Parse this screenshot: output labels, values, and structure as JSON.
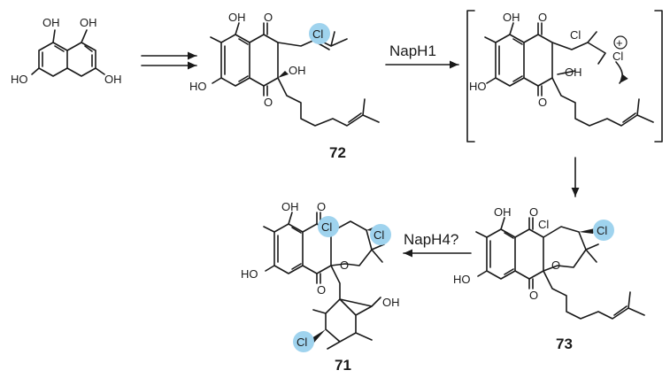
{
  "colors": {
    "highlight": "#9fd3ee",
    "ink": "#1a1a1a"
  },
  "labels": {
    "oh": "OH",
    "ho": "HO",
    "o": "O",
    "cl": "Cl",
    "plus": "+"
  },
  "reagents": {
    "step1": "NapH1",
    "step3": "NapH4?"
  },
  "compounds": {
    "c72": "72",
    "c73": "73",
    "c71": "71"
  }
}
